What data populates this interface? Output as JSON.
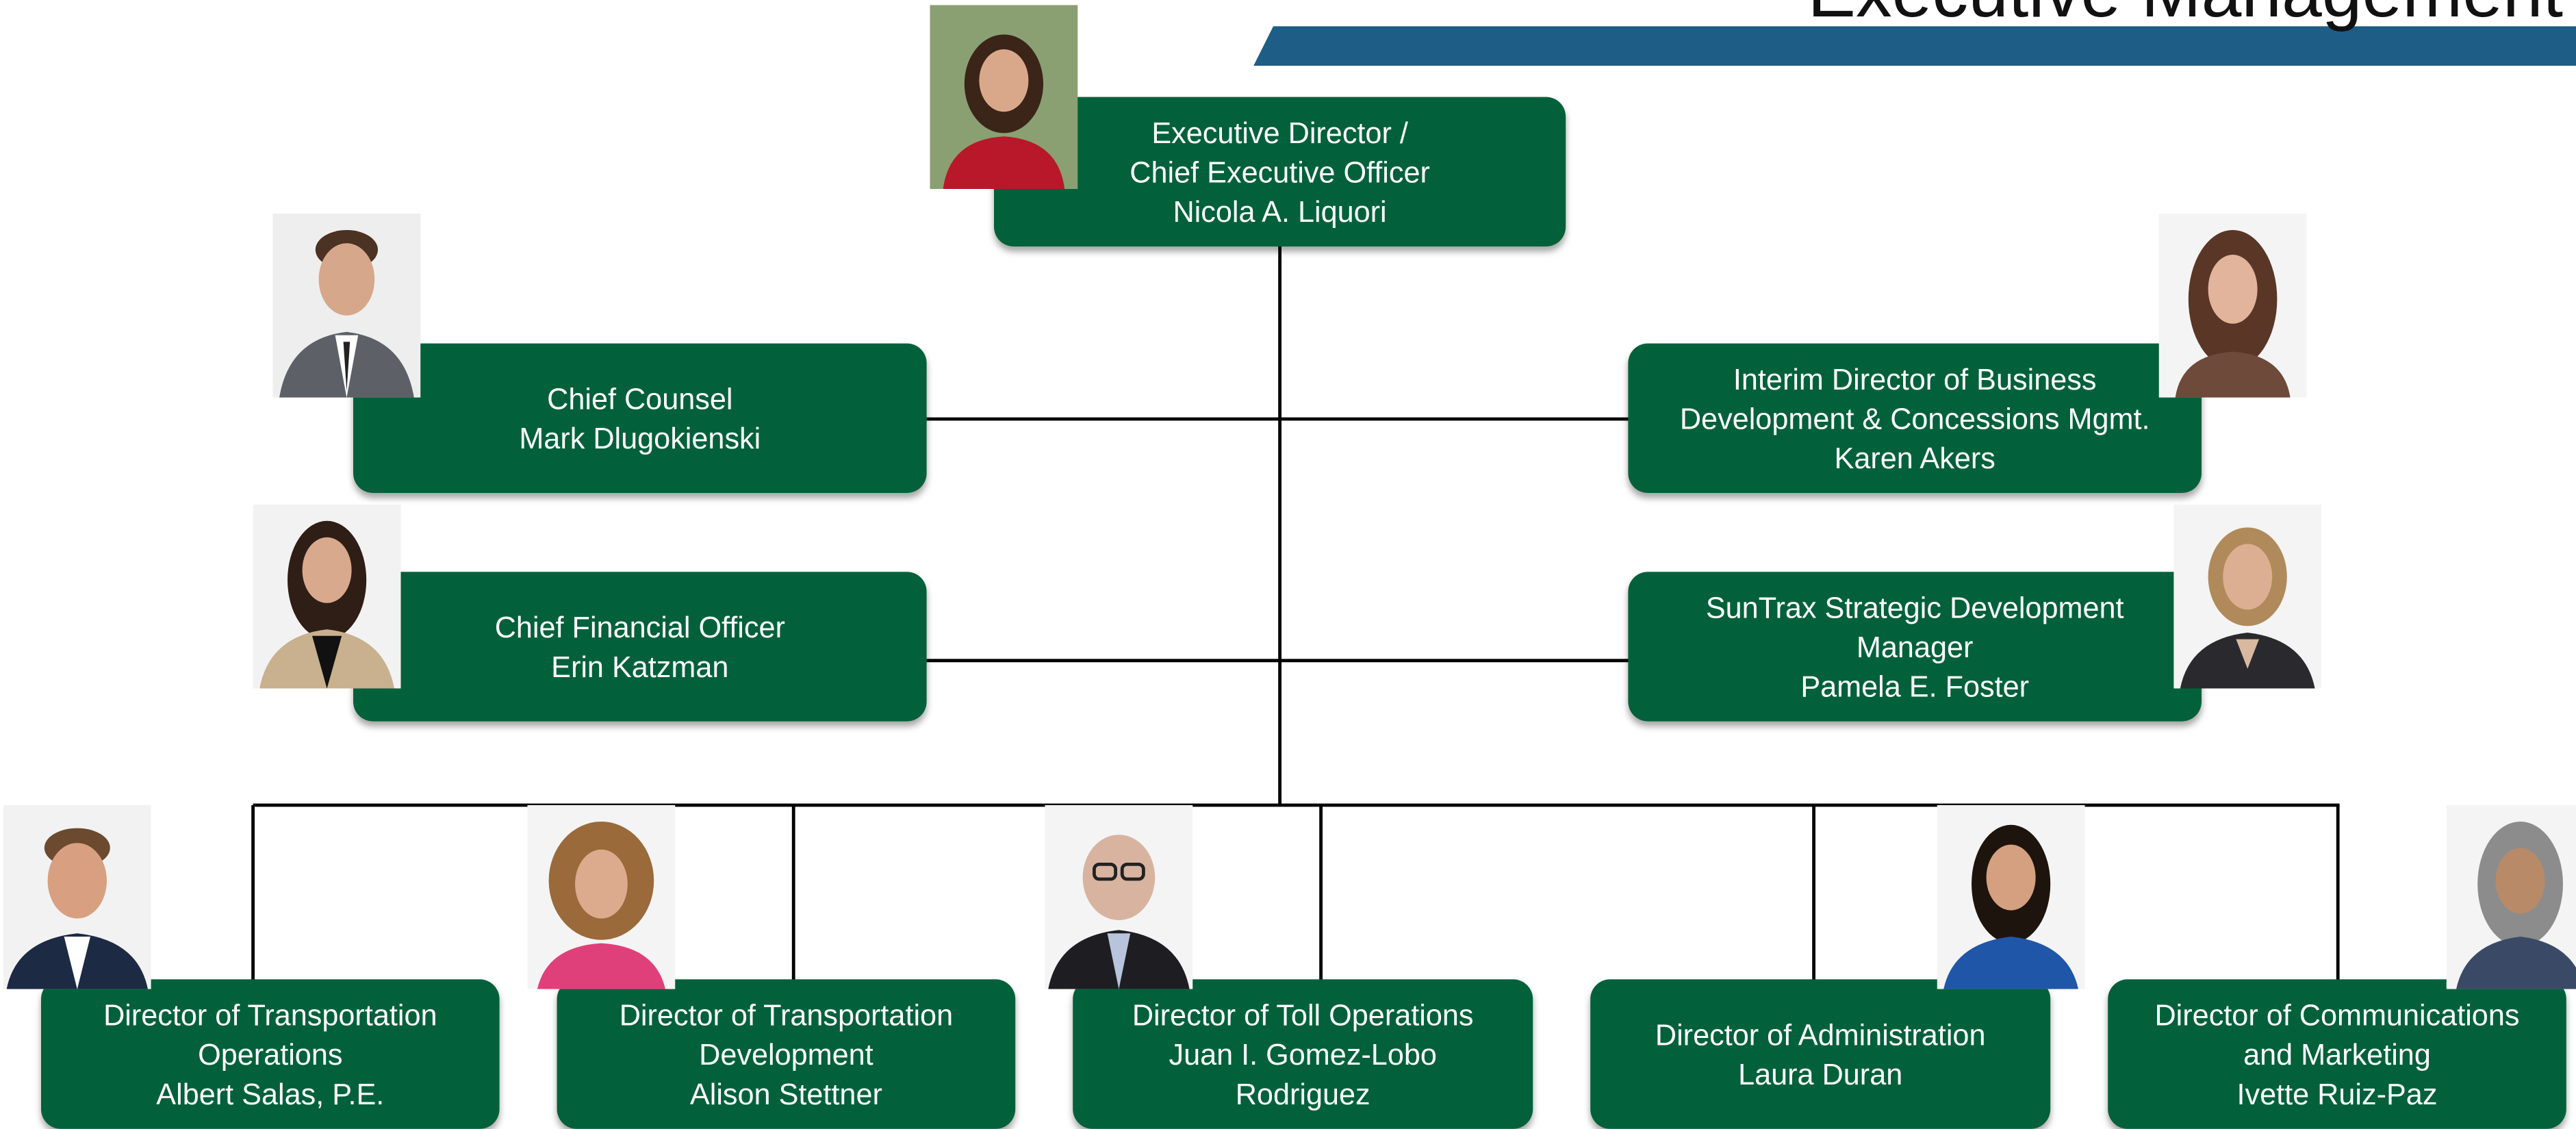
{
  "header": {
    "title": "Executive Management"
  },
  "colors": {
    "box_fill": "#02613a",
    "box_text": "#ffffff",
    "banner": "#1d5d86",
    "connector": "#000000"
  },
  "executive": {
    "line1": "Executive Director /",
    "line2": "Chief Executive Officer",
    "name": "Nicola A. Liquori",
    "photo_icon": "person-photo-icon"
  },
  "left_reports": [
    {
      "line1": "Chief Counsel",
      "name": "Mark Dlugokienski",
      "photo_icon": "person-photo-icon"
    },
    {
      "line1": "Chief Financial Officer",
      "name": "Erin Katzman",
      "photo_icon": "person-photo-icon"
    }
  ],
  "right_reports": [
    {
      "line1": "Interim Director of Business",
      "line2": "Development & Concessions Mgmt.",
      "name": "Karen Akers",
      "photo_icon": "person-photo-icon"
    },
    {
      "line1": "SunTrax Strategic Development",
      "line2": "Manager",
      "name": "Pamela E. Foster",
      "photo_icon": "person-photo-icon"
    }
  ],
  "directors": [
    {
      "line1": "Director of Transportation",
      "line2": "Operations",
      "name": "Albert Salas, P.E.",
      "photo_icon": "person-photo-icon"
    },
    {
      "line1": "Director of Transportation",
      "line2": "Development",
      "name": "Alison Stettner",
      "photo_icon": "person-photo-icon"
    },
    {
      "line1": "Director of Toll Operations",
      "line2": "Juan I. Gomez-Lobo",
      "name": "Rodriguez",
      "photo_icon": "person-photo-icon"
    },
    {
      "line1": "Director of Administration",
      "name": "Laura Duran",
      "photo_icon": "person-photo-icon"
    },
    {
      "line1": "Director of Communications",
      "line2": "and Marketing",
      "name": "Ivette Ruiz-Paz",
      "photo_icon": "person-photo-icon"
    }
  ]
}
